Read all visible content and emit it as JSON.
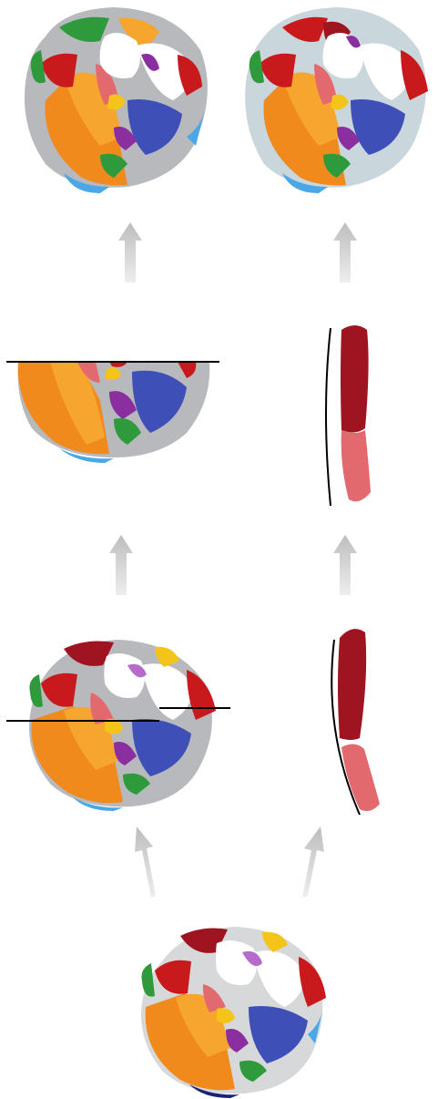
{
  "figure": {
    "panels": [
      {
        "id": "top-left",
        "label": "",
        "kind": "skull-reconstructed"
      },
      {
        "id": "top-right",
        "label": "",
        "kind": "skull-reconstructed-detailed"
      },
      {
        "id": "mid-left",
        "label": "",
        "kind": "skull-cut-lower-half"
      },
      {
        "id": "mid-right",
        "label": "",
        "kind": "bone-profile-with-curve"
      },
      {
        "id": "lower-left",
        "label": "",
        "kind": "skull-with-cut-lines"
      },
      {
        "id": "lower-right",
        "label": "",
        "kind": "bone-profile-misaligned"
      },
      {
        "id": "bottom",
        "label": "",
        "kind": "skull-initial-fragments"
      }
    ],
    "colors": {
      "orange": "#f08a1c",
      "light_orange": "#f6a52e",
      "red": "#c8191c",
      "dark_red": "#9e1420",
      "pink": "#e26a6e",
      "purple": "#8b2fa0",
      "light_purple": "#b66acb",
      "blue": "#3f4fb8",
      "light_blue": "#4aa8e6",
      "green": "#2e9a3c",
      "yellow": "#f4c41a",
      "navy": "#1b2470",
      "gray": "#b7b9bd",
      "arrow": "#dcdcdc"
    }
  }
}
